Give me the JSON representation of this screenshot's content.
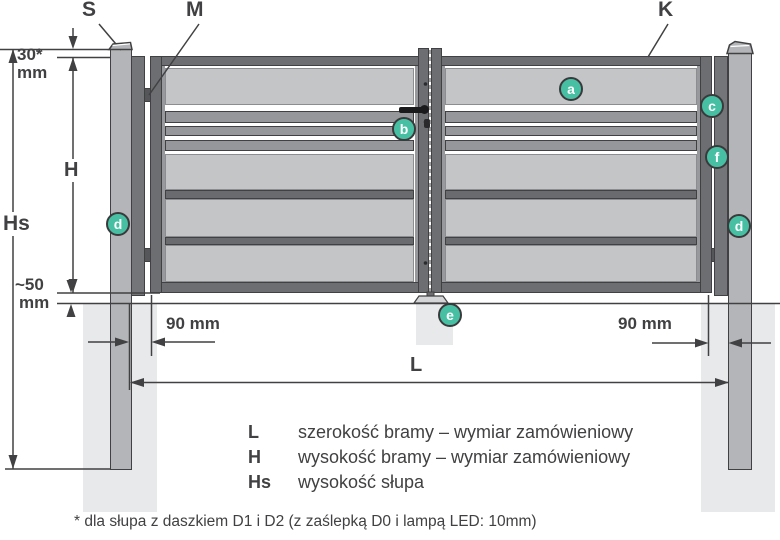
{
  "diagram": {
    "part_labels": {
      "post_cap": "S",
      "hinge": "M",
      "frame": "K"
    },
    "dim_labels": {
      "top_offset_value": "30*",
      "top_offset_unit": "mm",
      "height": "H",
      "post_height": "Hs",
      "bottom_gap_value": "~50",
      "bottom_gap_unit": "mm",
      "side_offset_left": "90 mm",
      "side_offset_right": "90 mm",
      "width": "L"
    },
    "badges": [
      {
        "letter": "a"
      },
      {
        "letter": "b"
      },
      {
        "letter": "c"
      },
      {
        "letter": "d"
      },
      {
        "letter": "d"
      },
      {
        "letter": "e"
      },
      {
        "letter": "f"
      }
    ],
    "legend": {
      "rows": [
        {
          "term": "L",
          "description": "szerokość bramy – wymiar zamówieniowy"
        },
        {
          "term": "H",
          "description": "wysokość bramy – wymiar zamówieniowy"
        },
        {
          "term": "Hs",
          "description": "wysokość słupa"
        }
      ]
    },
    "footnote": "* dla słupa z daszkiem D1 i D2 (z zaślepką D0 i lampą LED: 10mm)",
    "colors": {
      "badge_teal": "#47bfa3",
      "frame_dark": "#6d6e71",
      "panel_light": "#c3c5c7",
      "slat_gray": "#95979a",
      "post_gray": "#b3b5b8",
      "foundation": "#e8e9ea",
      "line_dark": "#414042"
    }
  }
}
